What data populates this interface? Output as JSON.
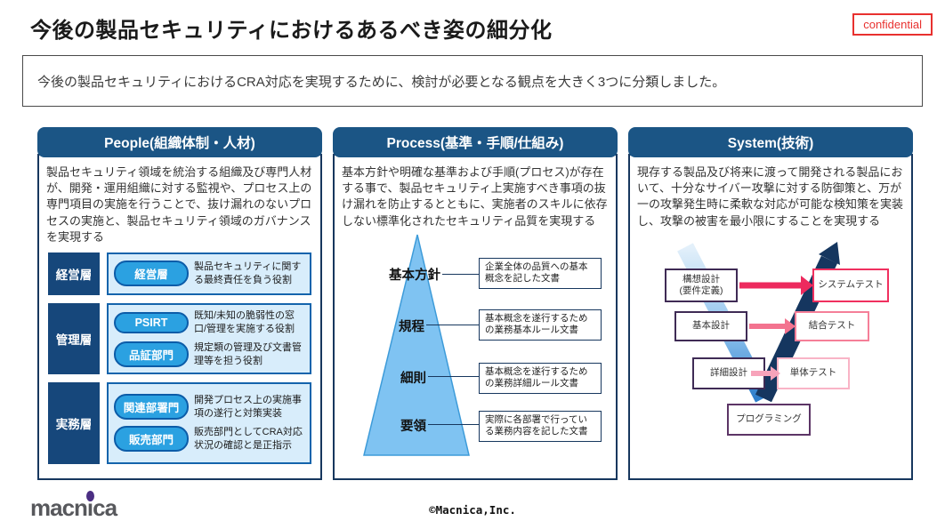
{
  "page": {
    "title": "今後の製品セキュリティにおけるあるべき姿の細分化",
    "confidential": "confidential",
    "subtitle": "今後の製品セキュリティにおけるCRA対応を実現するために、検討が必要となる観点を大きく3つに分類しました。"
  },
  "people": {
    "header": "People(組織体制・人材)",
    "body": "製品セキュリティ領域を統治する組織及び専門人材が、開発・運用組織に対する監視や、プロセス上の専門項目の実施を行うことで、抜け漏れのないプロセスの実施と、製品セキュリティ領域のガバナンスを実現する",
    "layers": [
      {
        "label": "経営層",
        "roles": [
          {
            "pill": "経営層",
            "desc": "製品セキュリティに関する最終責任を負う役割"
          }
        ]
      },
      {
        "label": "管理層",
        "roles": [
          {
            "pill": "PSIRT",
            "desc": "既知/未知の脆弱性の窓口/管理を実施する役割"
          },
          {
            "pill": "品証部門",
            "desc": "規定類の管理及び文書管理等を担う役割"
          }
        ]
      },
      {
        "label": "実務層",
        "roles": [
          {
            "pill": "関連部署門",
            "desc": "開発プロセス上の実施事項の遂行と対策実装"
          },
          {
            "pill": "販売部門",
            "desc": "販売部門としてCRA対応状況の確認と是正指示"
          }
        ]
      }
    ]
  },
  "process": {
    "header": "Process(基準・手順/仕組み)",
    "body": "基本方針や明確な基準および手順(プロセス)が存在する事で、製品セキュリティ上実施すべき事項の抜け漏れを防止するとともに、実施者のスキルに依存しない標準化されたセキュリティ品質を実現する",
    "levels": [
      {
        "label": "基本方針",
        "desc": "企業全体の品質への基本概念を記した文書"
      },
      {
        "label": "規程",
        "desc": "基本概念を遂行するための業務基本ルール文書"
      },
      {
        "label": "細則",
        "desc": "基本概念を遂行するための業務詳細ルール文書"
      },
      {
        "label": "要領",
        "desc": "実際に各部署で行っている業務内容を記した文書"
      }
    ]
  },
  "system": {
    "header": "System(技術)",
    "body": "現存する製品及び将来に渡って開発される製品において、十分なサイバー攻撃に対する防御策と、万が一の攻撃発生時に柔軟な対応が可能な検知策を実装し、攻撃の被害を最小限にすることを実現する",
    "vmodel": {
      "design_steps": [
        {
          "line1": "構想設計",
          "line2": "(要件定義)"
        },
        {
          "line1": "基本設計"
        },
        {
          "line1": "詳細設計"
        }
      ],
      "test_steps": [
        "システムテスト",
        "結合テスト",
        "単体テスト"
      ],
      "bottom": "プログラミング"
    }
  },
  "footer": {
    "logo_text": "macnica",
    "copyright": "©Macnica,Inc."
  },
  "colors": {
    "header_bg": "#1B5585",
    "body_border": "#17375E",
    "label_bg": "#16477B",
    "panel_bg": "#D8EDFB",
    "panel_border": "#1464AC",
    "pill_bg": "#2BA1E1",
    "pill_border": "#0C5CA8",
    "pyramid_fill": "#7FC3F2",
    "pyramid_stroke": "#3D9BD9",
    "note_border": "#17375E",
    "confidential_red": "#E8312F",
    "design_border": "#3F2B55",
    "prog_border": "#5C3566",
    "test_border_strong": "#F0305F",
    "test_border_mid": "#F57F98",
    "test_border_light": "#F9B4C6",
    "arrow_strong": "#ED2A5E",
    "arrow_mid": "#F3738F",
    "arrow_light": "#F7A3BA",
    "vband_navy": "#15365F",
    "logo_gray": "#57585C",
    "logo_dot_purple": "#4B2E83"
  }
}
